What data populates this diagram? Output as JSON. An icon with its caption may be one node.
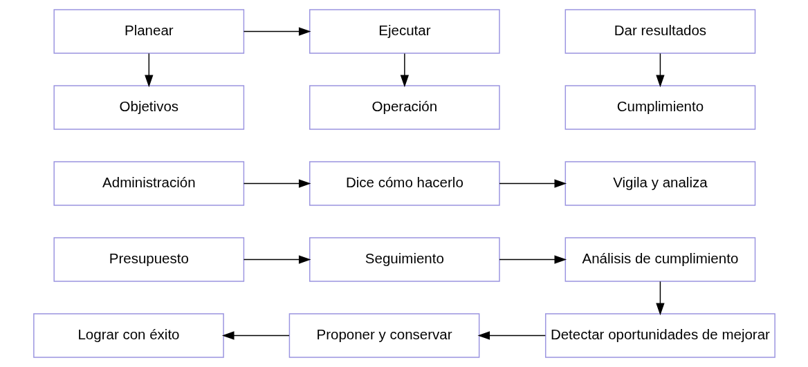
{
  "diagram": {
    "nodes": [
      {
        "text": [
          "Planear"
        ]
      },
      {
        "text": [
          "Ejecutar"
        ]
      },
      {
        "text": [
          "Dar resultados"
        ]
      },
      {
        "text": [
          "Objetivos"
        ]
      },
      {
        "text": [
          "Operación"
        ]
      },
      {
        "text": [
          "Cumplimiento"
        ]
      },
      {
        "text": [
          "Administración"
        ]
      },
      {
        "text": [
          "Dice cómo hacerlo"
        ]
      },
      {
        "text": [
          "Vigila y analiza"
        ]
      },
      {
        "text": [
          "Presupuesto"
        ]
      },
      {
        "text": [
          "Seguimiento"
        ]
      },
      {
        "text": [
          "Análisis de cumplimiento"
        ]
      },
      {
        "text": [
          "Lograr con éxito"
        ]
      },
      {
        "text": [
          "Proponer y conservar"
        ]
      },
      {
        "text": [
          "Detectar oportunidades de mejorar"
        ]
      }
    ],
    "edges": [
      {
        "from": 0,
        "to": 1,
        "arrow": "to"
      },
      {
        "from": 0,
        "to": 3,
        "arrow": "to"
      },
      {
        "from": 1,
        "to": 4,
        "arrow": "to"
      },
      {
        "from": 2,
        "to": 5,
        "arrow": "to"
      },
      {
        "from": 6,
        "to": 7,
        "arrow": "to"
      },
      {
        "from": 7,
        "to": 8,
        "arrow": "to"
      },
      {
        "from": 9,
        "to": 10,
        "arrow": "to"
      },
      {
        "from": 10,
        "to": 11,
        "arrow": "to"
      },
      {
        "from": 11,
        "to": 14,
        "arrow": "to"
      },
      {
        "from": 14,
        "to": 13,
        "arrow": "to"
      },
      {
        "from": 13,
        "to": 12,
        "arrow": "to"
      }
    ]
  }
}
